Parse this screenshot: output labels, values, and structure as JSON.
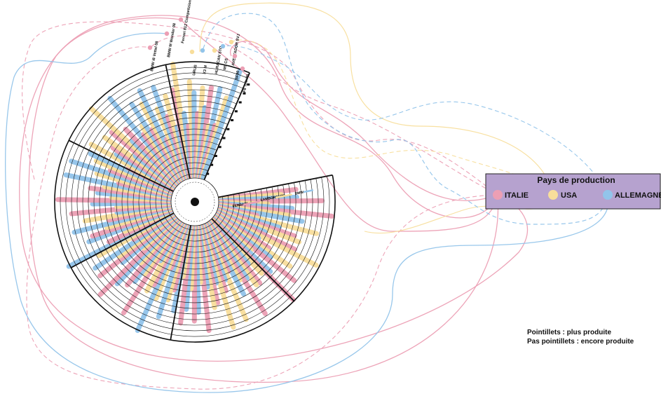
{
  "colors": {
    "pink": "#ec9fb4",
    "yellow": "#f8de9b",
    "blue": "#92c4ea",
    "panel": "#b6a2cf",
    "ink": "#111111"
  },
  "panel": {
    "title": "Pays de production",
    "countries": [
      {
        "label": "ITALIE",
        "color": "#ec9fb4"
      },
      {
        "label": "USA",
        "color": "#f8de9b"
      },
      {
        "label": "ALLEMAGNE",
        "color": "#92c4ea"
      }
    ]
  },
  "legend": {
    "items": [
      {
        "label": "FERRARI",
        "color": "#ec9fb4"
      },
      {
        "label": "LAMBORGHINI",
        "color": "#f8de9b"
      },
      {
        "label": "BMW",
        "color": "#92c4ea"
      }
    ]
  },
  "models": [
    {
      "label": "BMW i8 Vettel 08",
      "color": "#ec9fb4"
    },
    {
      "label": "BMW M Wonder 08",
      "color": "#ec9fb4"
    },
    {
      "label": "Ferrari 812 Competizione",
      "color": "#ec9fb4"
    },
    {
      "label": "URUS",
      "color": "#f8de9b"
    },
    {
      "label": "X3 M",
      "color": "#92c4ea"
    },
    {
      "label": "HURACAN STO",
      "color": "#f8de9b"
    },
    {
      "label": "M5 CS",
      "color": "#92c4ea"
    },
    {
      "label": "AVENTADOR SVJ",
      "color": "#f8de9b"
    },
    {
      "label": "SF90",
      "color": "#ec9fb4"
    },
    {
      "label": "F8 Tributo",
      "color": "#ec9fb4"
    }
  ],
  "notes": {
    "line1": "Pointillets : plus produite",
    "line2": "Pas pointillets : encore produite"
  }
}
